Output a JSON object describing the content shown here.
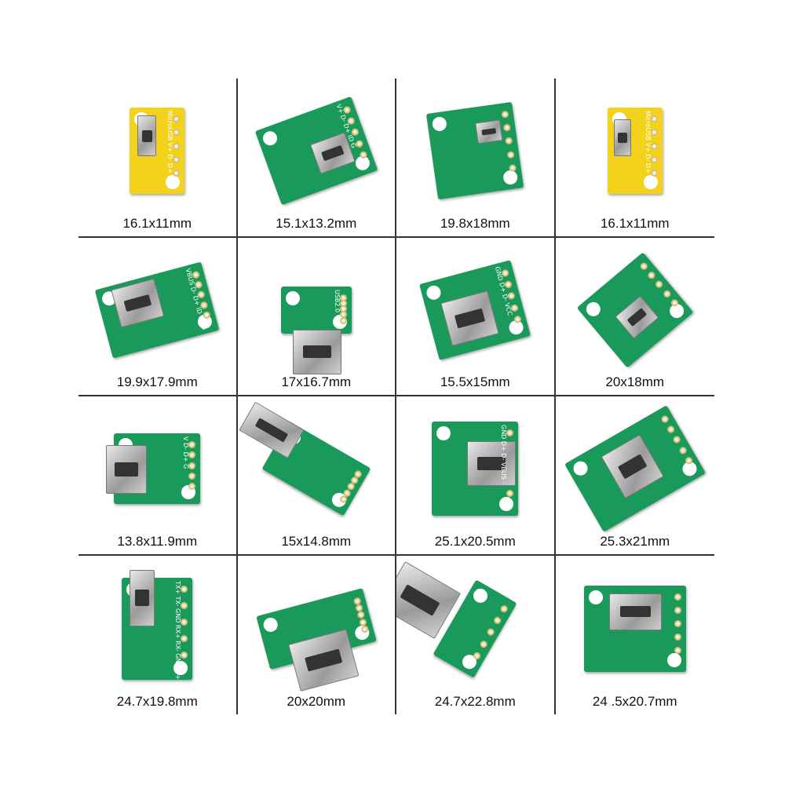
{
  "colors": {
    "green_board": "#1a9a5a",
    "yellow_board": "#f2d21a",
    "divider": "#333333"
  },
  "items": [
    {
      "size": "16.1x11mm",
      "board": "yellow",
      "connector": "micro-usb",
      "board_text": "MicroUSB V+ D- D+ ID G"
    },
    {
      "size": "15.1x13.2mm",
      "board": "green",
      "connector": "micro-usb",
      "board_text": "V+ D- D+ ID G"
    },
    {
      "size": "19.8x18mm",
      "board": "green",
      "connector": "micro-usb",
      "board_text": ""
    },
    {
      "size": "16.1x11mm",
      "board": "yellow",
      "connector": "micro-usb",
      "board_text": "MicroUSB V+ D- D+ ID G"
    },
    {
      "size": "19.9x17.9mm",
      "board": "green",
      "connector": "mini-usb",
      "board_text": "VBUS D- D+ ID GND"
    },
    {
      "size": "17x16.7mm",
      "board": "green",
      "connector": "usb-a-female",
      "board_text": "USB2.0"
    },
    {
      "size": "15.5x15mm",
      "board": "green",
      "connector": "usb-c",
      "board_text": "GND D+ D- VCC"
    },
    {
      "size": "20x18mm",
      "board": "green",
      "connector": "mini-usb",
      "board_text": ""
    },
    {
      "size": "13.8x11.9mm",
      "board": "green",
      "connector": "usb-c",
      "board_text": "V D- D+ G"
    },
    {
      "size": "15x14.8mm",
      "board": "green",
      "connector": "usb-a-male",
      "board_text": ""
    },
    {
      "size": "25.1x20.5mm",
      "board": "green",
      "connector": "usb-a-female",
      "board_text": "GND D+ D- VBUS"
    },
    {
      "size": "25.3x21mm",
      "board": "green",
      "connector": "usb-a-female",
      "board_text": ""
    },
    {
      "size": "24.7x19.8mm",
      "board": "green",
      "connector": "usb3-a-female",
      "board_text": "TX+ TX- GND RX+ RX- GND D+ D- VBUS"
    },
    {
      "size": "20x20mm",
      "board": "green",
      "connector": "usb-b-female",
      "board_text": ""
    },
    {
      "size": "24.7x22.8mm",
      "board": "green",
      "connector": "usb-a-double",
      "board_text": ""
    },
    {
      "size": "24 .5x20.7mm",
      "board": "green",
      "connector": "usb-a-female",
      "board_text": ""
    }
  ]
}
